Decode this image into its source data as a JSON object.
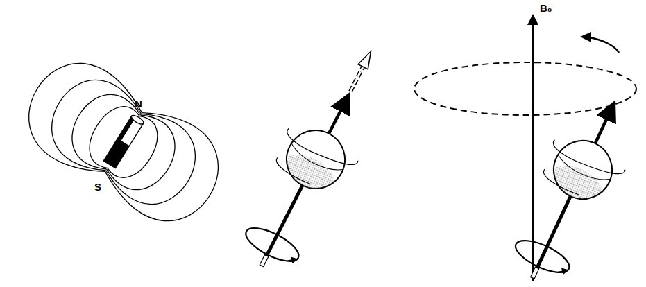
{
  "diagram": {
    "labels": [
      "N",
      "S",
      "B₀"
    ]
  }
}
